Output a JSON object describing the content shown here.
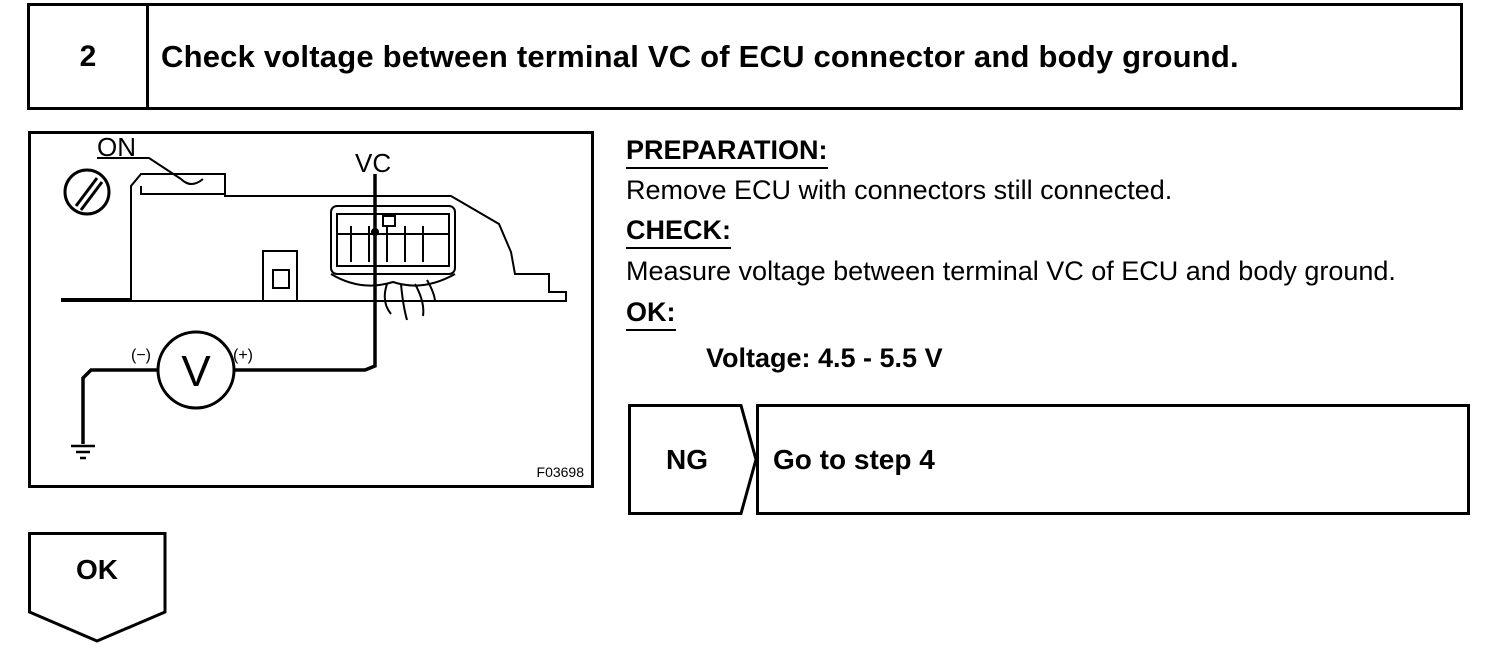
{
  "step": {
    "number": "2",
    "title": "Check voltage between terminal VC of ECU connector and body ground."
  },
  "figure": {
    "label_on": "ON",
    "label_vc": "VC",
    "label_minus": "(−)",
    "label_plus": "(+)",
    "meter_symbol": "V",
    "figure_id": "F03698"
  },
  "preparation": {
    "label": "PREPARATION:",
    "text": "Remove ECU with connectors still connected."
  },
  "check": {
    "label": "CHECK:",
    "text": "Measure voltage between terminal VC of ECU and body ground."
  },
  "ok_spec": {
    "label": "OK:",
    "value": "Voltage: 4.5 - 5.5 V"
  },
  "ng": {
    "label": "NG",
    "action": "Go to step 4"
  },
  "ok_result": {
    "label": "OK"
  }
}
